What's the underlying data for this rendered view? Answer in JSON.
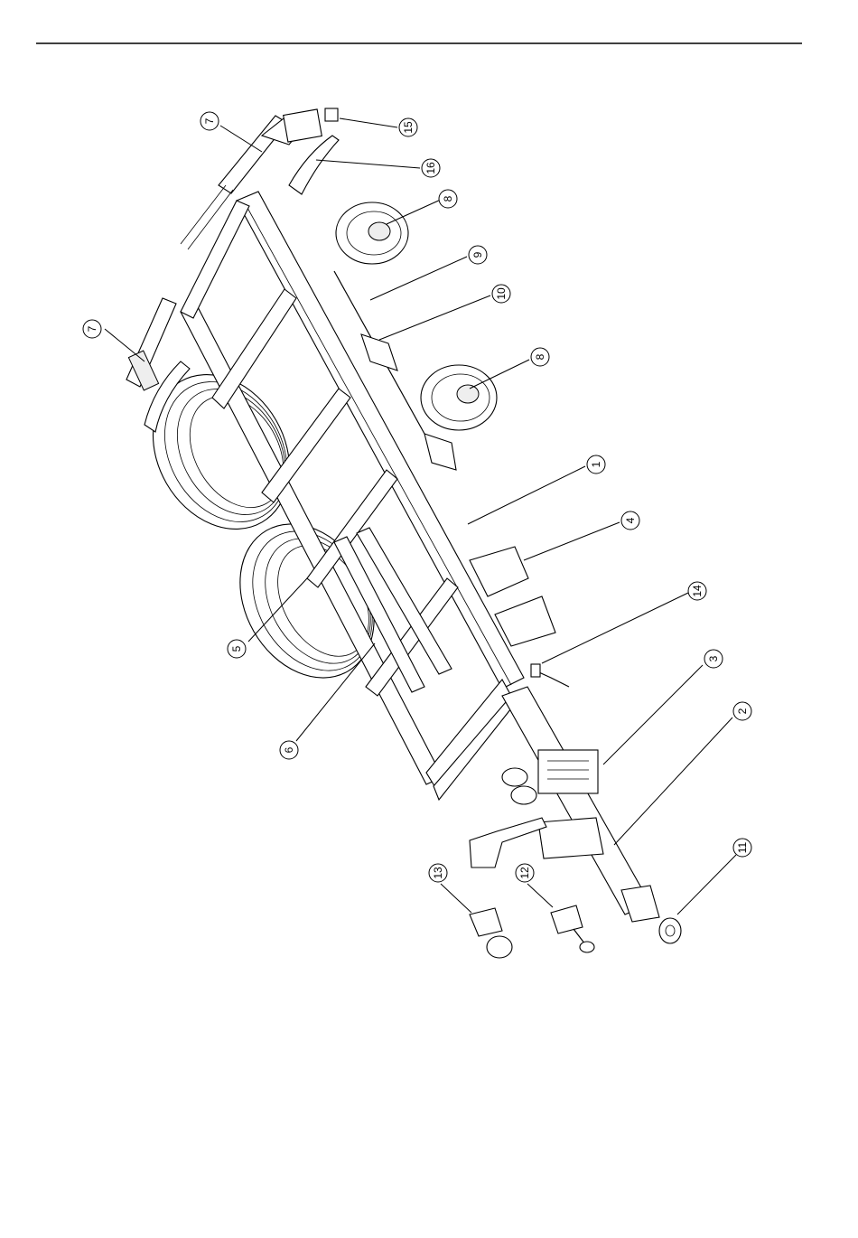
{
  "callouts": [
    {
      "id": "c7a",
      "label": "7"
    },
    {
      "id": "c15",
      "label": "15"
    },
    {
      "id": "c16",
      "label": "16"
    },
    {
      "id": "c8a",
      "label": "8"
    },
    {
      "id": "c9",
      "label": "9"
    },
    {
      "id": "c10",
      "label": "10"
    },
    {
      "id": "c7b",
      "label": "7"
    },
    {
      "id": "c8b",
      "label": "8"
    },
    {
      "id": "c1",
      "label": "1"
    },
    {
      "id": "c4",
      "label": "4"
    },
    {
      "id": "c14",
      "label": "14"
    },
    {
      "id": "c5",
      "label": "5"
    },
    {
      "id": "c3",
      "label": "3"
    },
    {
      "id": "c2",
      "label": "2"
    },
    {
      "id": "c6",
      "label": "6"
    },
    {
      "id": "c11",
      "label": "11"
    },
    {
      "id": "c13",
      "label": "13"
    },
    {
      "id": "c12",
      "label": "12"
    }
  ]
}
